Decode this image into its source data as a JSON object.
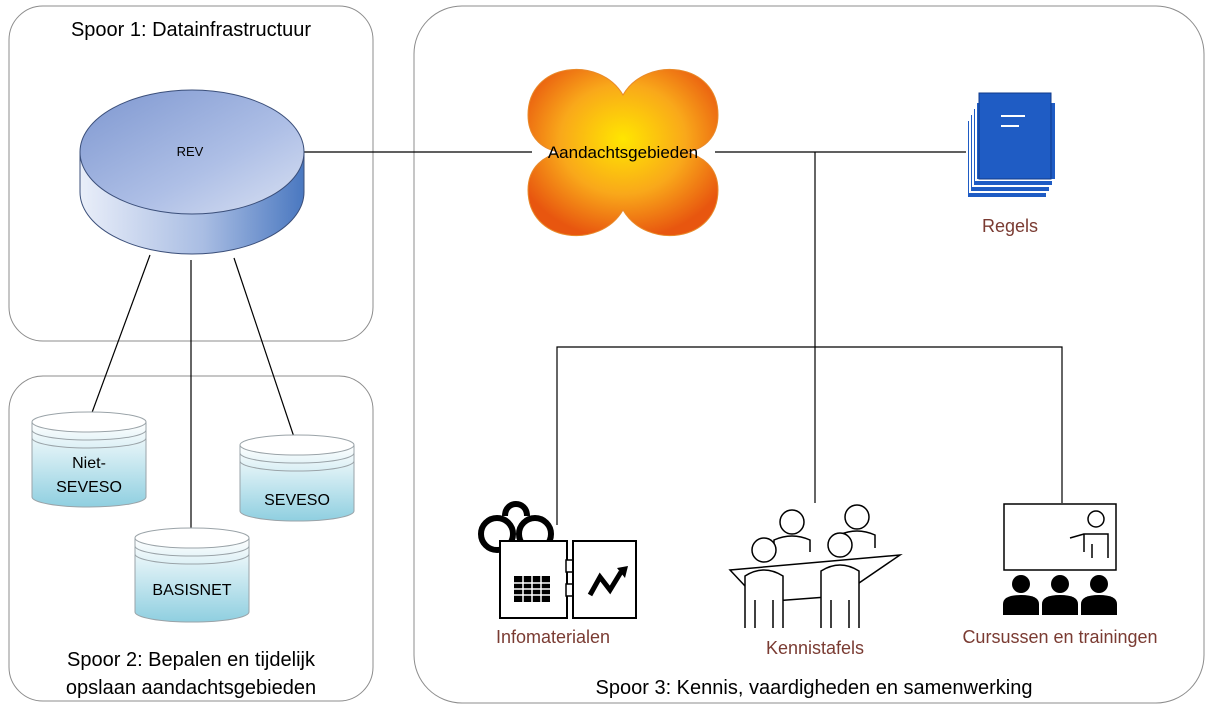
{
  "panels": {
    "spoor1": {
      "title": "Spoor 1: Datainfrastructuur"
    },
    "spoor2": {
      "title_line1": "Spoor 2: Bepalen en tijdelijk",
      "title_line2": "opslaan aandachtsgebieden"
    },
    "spoor3": {
      "title": "Spoor 3: Kennis, vaardigheden en samenwerking"
    }
  },
  "nodes": {
    "rev": "REV",
    "niet_seveso_line1": "Niet-",
    "niet_seveso_line2": "SEVESO",
    "seveso": "SEVESO",
    "basisnet": "BASISNET",
    "aandachtsgebieden": "Aandachtsgebieden",
    "regels": "Regels",
    "infomaterialen": "Infomaterialen",
    "kennistafels": "Kennistafels",
    "cursussen": "Cursussen en trainingen"
  },
  "colors": {
    "label_brown": "#7a3b32",
    "cylinder_blue": "#8da6d8",
    "db_cyan": "#b8e0ec",
    "doc_blue": "#1f5cc4",
    "blob_orange": "#f39a1c"
  }
}
